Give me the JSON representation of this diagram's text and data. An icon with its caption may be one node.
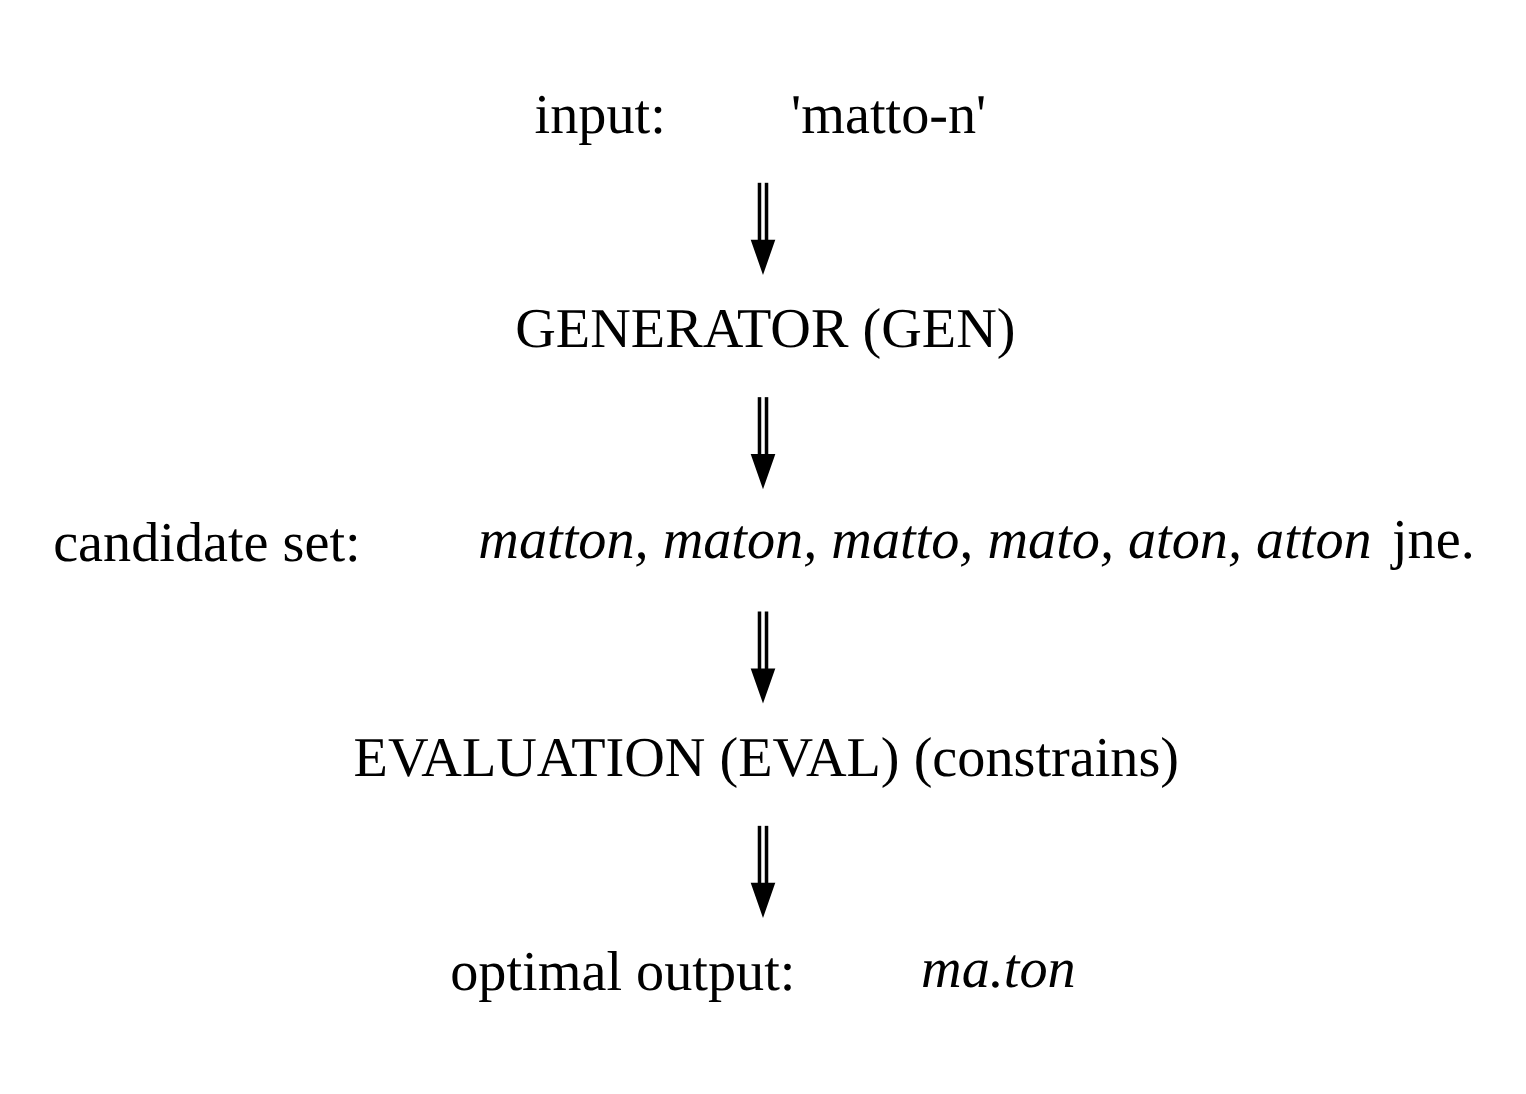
{
  "diagram": {
    "nodes": [
      {
        "text": [
          "'matto-n'"
        ],
        "beside": [
          "input:"
        ]
      },
      {
        "text": [
          "GENERATOR (GEN)"
        ]
      },
      {
        "text": [
          "*matton, maton, matto, mato, aton, atton* jne."
        ],
        "beside": [
          "candidate set:"
        ]
      },
      {
        "text": [
          "EVALUATION (EVAL) (constrains)"
        ]
      },
      {
        "text": [
          "*ma.ton*"
        ],
        "beside": [
          "optimal output:"
        ]
      }
    ],
    "edges": [
      {
        "from": 0,
        "to": 1,
        "arrow": "to"
      },
      {
        "from": 1,
        "to": 2,
        "arrow": "to"
      },
      {
        "from": 2,
        "to": 3,
        "arrow": "to"
      },
      {
        "from": 3,
        "to": 4,
        "arrow": "to"
      }
    ]
  }
}
